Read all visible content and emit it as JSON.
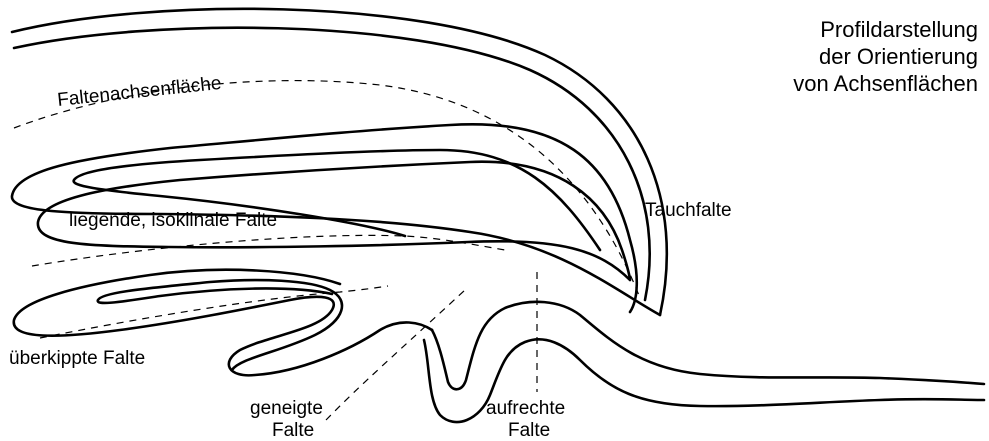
{
  "title": {
    "line1": "Profildarstellung",
    "line2": "der Orientierung",
    "line3": "von Achsenflächen"
  },
  "labels": {
    "axial_surface": "Faltenachsenfläche",
    "recumbent": "liegende, isoklinale Falte",
    "overturned": "überkippte Falte",
    "inclined_1": "geneigte",
    "inclined_2": "Falte",
    "upright_1": "aufrechte",
    "upright_2": "Falte",
    "plunging": "Tauchfalte"
  }
}
